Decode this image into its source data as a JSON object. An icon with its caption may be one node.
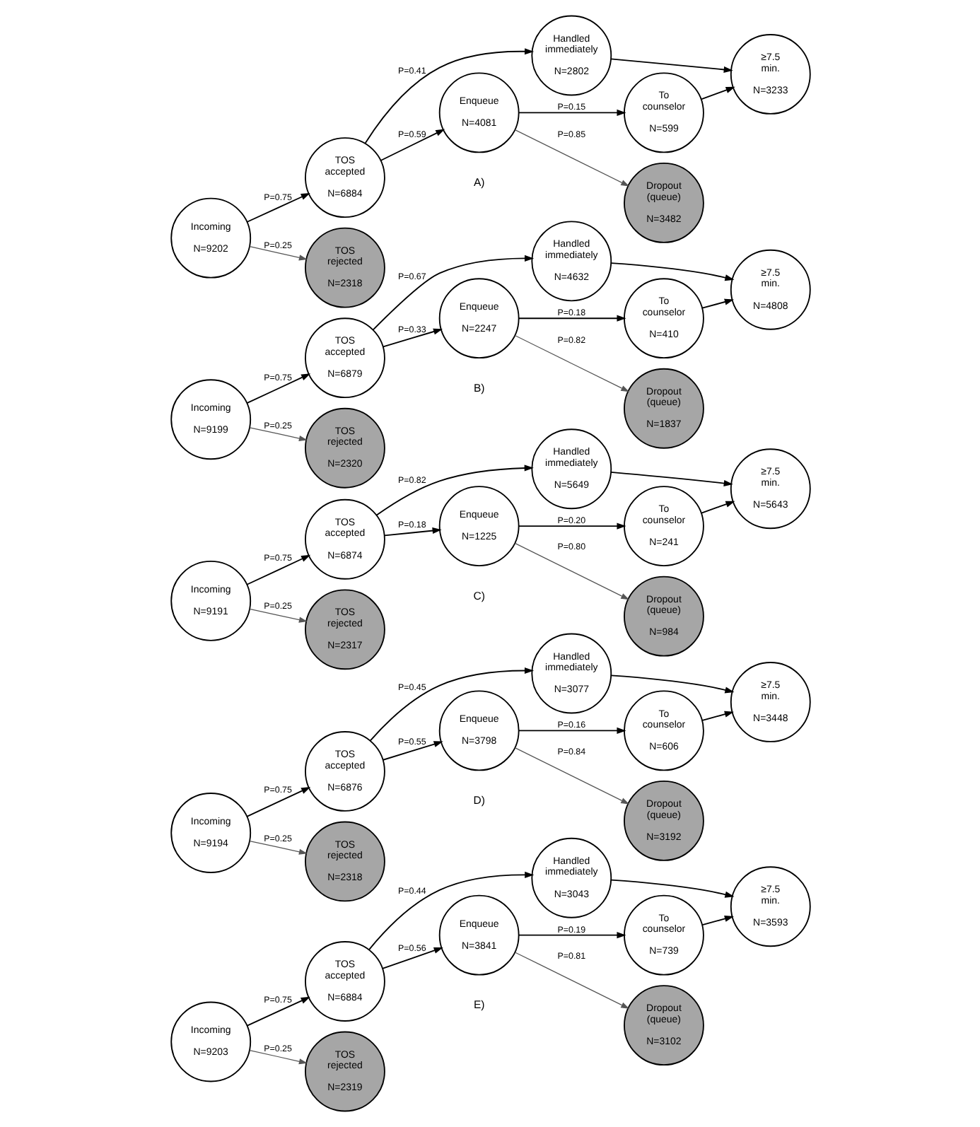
{
  "diagram": {
    "nodes": [
      {
        "text": [
          "Incoming",
          "N=9202"
        ]
      },
      {
        "text": [
          "TOS accepted",
          "N=6884"
        ]
      },
      {
        "text": [
          "TOS rejected",
          "N=2318"
        ]
      },
      {
        "text": [
          "Handled immediately",
          "N=2802"
        ]
      },
      {
        "text": [
          "Enqueue",
          "N=4081"
        ]
      },
      {
        "text": [
          "To counselor",
          "N=599"
        ]
      },
      {
        "text": [
          "Dropout (queue)",
          "N=3482"
        ]
      },
      {
        "text": [
          "≥7.5 min.",
          "N=3233"
        ]
      },
      {
        "text": [
          "Incoming",
          "N=9199"
        ]
      },
      {
        "text": [
          "TOS accepted",
          "N=6879"
        ]
      },
      {
        "text": [
          "TOS rejected",
          "N=2320"
        ]
      },
      {
        "text": [
          "Handled immediately",
          "N=4632"
        ]
      },
      {
        "text": [
          "Enqueue",
          "N=2247"
        ]
      },
      {
        "text": [
          "To counselor",
          "N=410"
        ]
      },
      {
        "text": [
          "Dropout (queue)",
          "N=1837"
        ]
      },
      {
        "text": [
          "≥7.5 min.",
          "N=4808"
        ]
      },
      {
        "text": [
          "Incoming",
          "N=9191"
        ]
      },
      {
        "text": [
          "TOS accepted",
          "N=6874"
        ]
      },
      {
        "text": [
          "TOS rejected",
          "N=2317"
        ]
      },
      {
        "text": [
          "Handled immediately",
          "N=5649"
        ]
      },
      {
        "text": [
          "Enqueue",
          "N=1225"
        ]
      },
      {
        "text": [
          "To counselor",
          "N=241"
        ]
      },
      {
        "text": [
          "Dropout (queue)",
          "N=984"
        ]
      },
      {
        "text": [
          "≥7.5 min.",
          "N=5643"
        ]
      },
      {
        "text": [
          "Incoming",
          "N=9194"
        ]
      },
      {
        "text": [
          "TOS accepted",
          "N=6876"
        ]
      },
      {
        "text": [
          "TOS rejected",
          "N=2318"
        ]
      },
      {
        "text": [
          "Handled immediately",
          "N=3077"
        ]
      },
      {
        "text": [
          "Enqueue",
          "N=3798"
        ]
      },
      {
        "text": [
          "To counselor",
          "N=606"
        ]
      },
      {
        "text": [
          "Dropout (queue)",
          "N=3192"
        ]
      },
      {
        "text": [
          "≥7.5 min.",
          "N=3448"
        ]
      },
      {
        "text": [
          "Incoming",
          "N=9203"
        ]
      },
      {
        "text": [
          "TOS accepted",
          "N=6884"
        ]
      },
      {
        "text": [
          "TOS rejected",
          "N=2319"
        ]
      },
      {
        "text": [
          "Handled immediately",
          "N=3043"
        ]
      },
      {
        "text": [
          "Enqueue",
          "N=3841"
        ]
      },
      {
        "text": [
          "To counselor",
          "N=739"
        ]
      },
      {
        "text": [
          "Dropout (queue)",
          "N=3102"
        ]
      },
      {
        "text": [
          "≥7.5 min.",
          "N=3593"
        ]
      }
    ],
    "edges": [
      {
        "from": 0,
        "to": 1,
        "arrow": "to",
        "label": "P=0.75"
      },
      {
        "from": 0,
        "to": 2,
        "arrow": "to",
        "label": "P=0.25",
        "color": "#555555"
      },
      {
        "from": 1,
        "to": 3,
        "arrow": "to",
        "label": "P=0.41"
      },
      {
        "from": 1,
        "to": 4,
        "arrow": "to",
        "label": "P=0.59"
      },
      {
        "from": 4,
        "to": 5,
        "arrow": "to",
        "label": "P=0.15"
      },
      {
        "from": 4,
        "to": 6,
        "arrow": "to",
        "label": "P=0.85",
        "color": "#555555"
      },
      {
        "from": 3,
        "to": 7,
        "arrow": "to"
      },
      {
        "from": 5,
        "to": 7,
        "arrow": "to"
      },
      {
        "from": 8,
        "to": 9,
        "arrow": "to",
        "label": "P=0.75"
      },
      {
        "from": 8,
        "to": 10,
        "arrow": "to",
        "label": "P=0.25",
        "color": "#555555"
      },
      {
        "from": 9,
        "to": 11,
        "arrow": "to",
        "label": "P=0.67"
      },
      {
        "from": 9,
        "to": 12,
        "arrow": "to",
        "label": "P=0.33"
      },
      {
        "from": 12,
        "to": 13,
        "arrow": "to",
        "label": "P=0.18"
      },
      {
        "from": 12,
        "to": 14,
        "arrow": "to",
        "label": "P=0.82",
        "color": "#555555"
      },
      {
        "from": 11,
        "to": 15,
        "arrow": "to"
      },
      {
        "from": 13,
        "to": 15,
        "arrow": "to"
      },
      {
        "from": 16,
        "to": 17,
        "arrow": "to",
        "label": "P=0.75"
      },
      {
        "from": 16,
        "to": 18,
        "arrow": "to",
        "label": "P=0.25",
        "color": "#555555"
      },
      {
        "from": 17,
        "to": 19,
        "arrow": "to",
        "label": "P=0.82"
      },
      {
        "from": 17,
        "to": 20,
        "arrow": "to",
        "label": "P=0.18"
      },
      {
        "from": 20,
        "to": 21,
        "arrow": "to",
        "label": "P=0.20"
      },
      {
        "from": 20,
        "to": 22,
        "arrow": "to",
        "label": "P=0.80",
        "color": "#555555"
      },
      {
        "from": 19,
        "to": 23,
        "arrow": "to"
      },
      {
        "from": 21,
        "to": 23,
        "arrow": "to"
      },
      {
        "from": 24,
        "to": 25,
        "arrow": "to",
        "label": "P=0.75"
      },
      {
        "from": 24,
        "to": 26,
        "arrow": "to",
        "label": "P=0.25",
        "color": "#555555"
      },
      {
        "from": 25,
        "to": 27,
        "arrow": "to",
        "label": "P=0.45"
      },
      {
        "from": 25,
        "to": 28,
        "arrow": "to",
        "label": "P=0.55"
      },
      {
        "from": 28,
        "to": 29,
        "arrow": "to",
        "label": "P=0.16"
      },
      {
        "from": 28,
        "to": 30,
        "arrow": "to",
        "label": "P=0.84",
        "color": "#555555"
      },
      {
        "from": 27,
        "to": 31,
        "arrow": "to"
      },
      {
        "from": 29,
        "to": 31,
        "arrow": "to"
      },
      {
        "from": 32,
        "to": 33,
        "arrow": "to",
        "label": "P=0.75"
      },
      {
        "from": 32,
        "to": 34,
        "arrow": "to",
        "label": "P=0.25",
        "color": "#555555"
      },
      {
        "from": 33,
        "to": 35,
        "arrow": "to",
        "label": "P=0.44"
      },
      {
        "from": 33,
        "to": 36,
        "arrow": "to",
        "label": "P=0.56"
      },
      {
        "from": 36,
        "to": 37,
        "arrow": "to",
        "label": "P=0.19"
      },
      {
        "from": 36,
        "to": 38,
        "arrow": "to",
        "label": "P=0.81",
        "color": "#555555"
      },
      {
        "from": 35,
        "to": 39,
        "arrow": "to"
      },
      {
        "from": 37,
        "to": 39,
        "arrow": "to"
      }
    ],
    "labels": [
      "A)",
      "B)",
      "C)",
      "D)",
      "E)"
    ]
  }
}
